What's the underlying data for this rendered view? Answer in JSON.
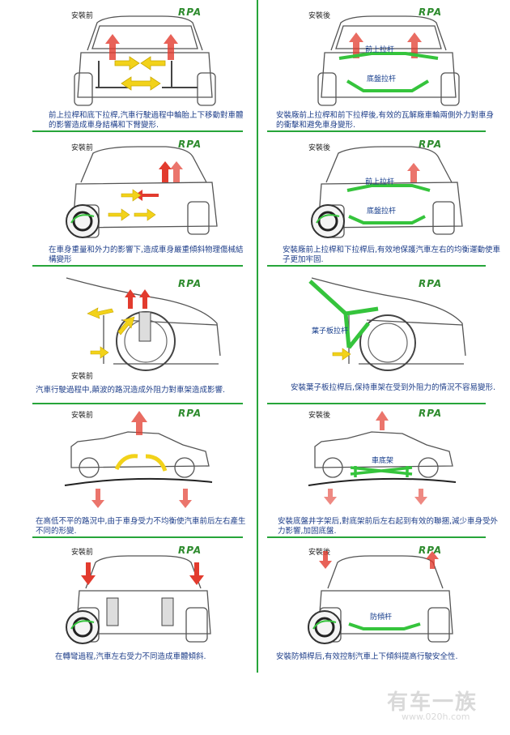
{
  "brand_logo": "RPA",
  "rows": [
    {
      "left": {
        "tag": "安裝前",
        "caption": "前上拉桿和底下拉桿,汽車行駛過程中輪胎上下移動對車體的影響造成車身結構和下臂變形."
      },
      "right": {
        "tag": "安裝後",
        "caption": "安裝廠前上拉桿和前下拉桿後,有效的瓦解廠車輪兩側外力對車身的衝擊和避免車身變形.",
        "labels": [
          "前上拉杆",
          "底盤拉杆"
        ]
      }
    },
    {
      "left": {
        "tag": "安裝前",
        "caption": "在車身重量和外力的影響下,造成車身嚴重傾斜物理傷械結構變形"
      },
      "right": {
        "tag": "安裝後",
        "caption": "安裝廠前上拉桿和下拉桿后,有效地保護汽車左右的均衡運動使車子更加牢固.",
        "labels": [
          "前上拉杆",
          "底盤拉杆"
        ]
      }
    },
    {
      "left": {
        "tag": "安裝前",
        "caption": "汽車行駛過程中,顛波的路況造成外阻力對車架造成影響."
      },
      "right": {
        "tag": "",
        "caption": "安裝葉子板拉桿后,保持車架在受到外阻力的情況不容易變形.",
        "labels": [
          "葉子板拉杆"
        ]
      }
    },
    {
      "left": {
        "tag": "安裝前",
        "caption": "在高低不平的路況中,由于車身受力不均衡使汽車前后左右產生不同的形變."
      },
      "right": {
        "tag": "安裝後",
        "caption": "安裝底盤井字架后,對底架前后左右起到有效的聯捆,減少車身受外力影響,加固底盤.",
        "labels": [
          "車底架"
        ]
      }
    },
    {
      "left": {
        "tag": "安裝前",
        "caption": "在轉彎過程,汽車左右受力不同造成車體傾斜."
      },
      "right": {
        "tag": "安裝後",
        "caption": "安裝防傾桿后,有效控制汽車上下傾斜提高行駛安全性.",
        "labels": [
          "防傾杆"
        ]
      }
    }
  ],
  "watermark": {
    "brand": "有车一族",
    "url": "www.020h.com"
  },
  "colors": {
    "divider": "#27a53a",
    "caption": "#1f3f8a",
    "arrow_red": "#e23b2e",
    "arrow_yellow": "#f2d21a",
    "bar_green": "#35c43c"
  }
}
